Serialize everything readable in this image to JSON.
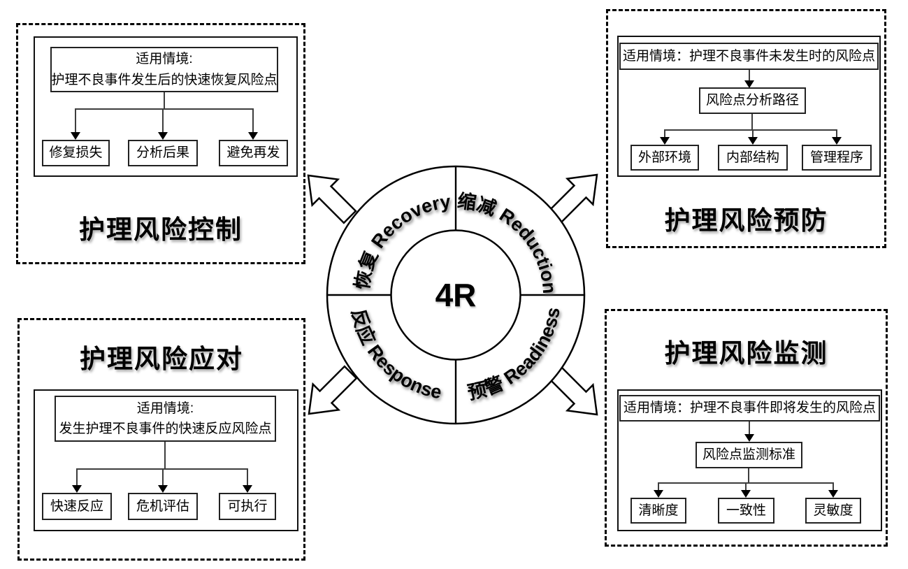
{
  "diagram": {
    "center_label": "4R"
  },
  "ring": {
    "recovery": "恢复 Recovery",
    "reduction": "缩减 Reduction",
    "response": "反应 Response",
    "readiness": "预警 Readiness"
  },
  "panels": {
    "control": {
      "title": "护理风险控制",
      "situation_line1": "适用情境:",
      "situation_line2": "护理不良事件发生后的快速恢复风险点",
      "leaves": [
        "修复损失",
        "分析后果",
        "避免再发"
      ]
    },
    "prevention": {
      "title": "护理风险预防",
      "situation": "适用情境：护理不良事件未发生时的风险点",
      "node": "风险点分析路径",
      "leaves": [
        "外部环境",
        "内部结构",
        "管理程序"
      ]
    },
    "response": {
      "title": "护理风险应对",
      "situation_line1": "适用情境:",
      "situation_line2": "发生护理不良事件的快速反应风险点",
      "leaves": [
        "快速反应",
        "危机评估",
        "可执行"
      ]
    },
    "monitoring": {
      "title": "护理风险监测",
      "situation": "适用情境：护理不良事件即将发生的风险点",
      "node": "风险点监测标准",
      "leaves": [
        "清晰度",
        "一致性",
        "灵敏度"
      ]
    }
  },
  "colors": {
    "ink": "#000000",
    "connector": "#3d3d3d",
    "background": "#ffffff"
  }
}
